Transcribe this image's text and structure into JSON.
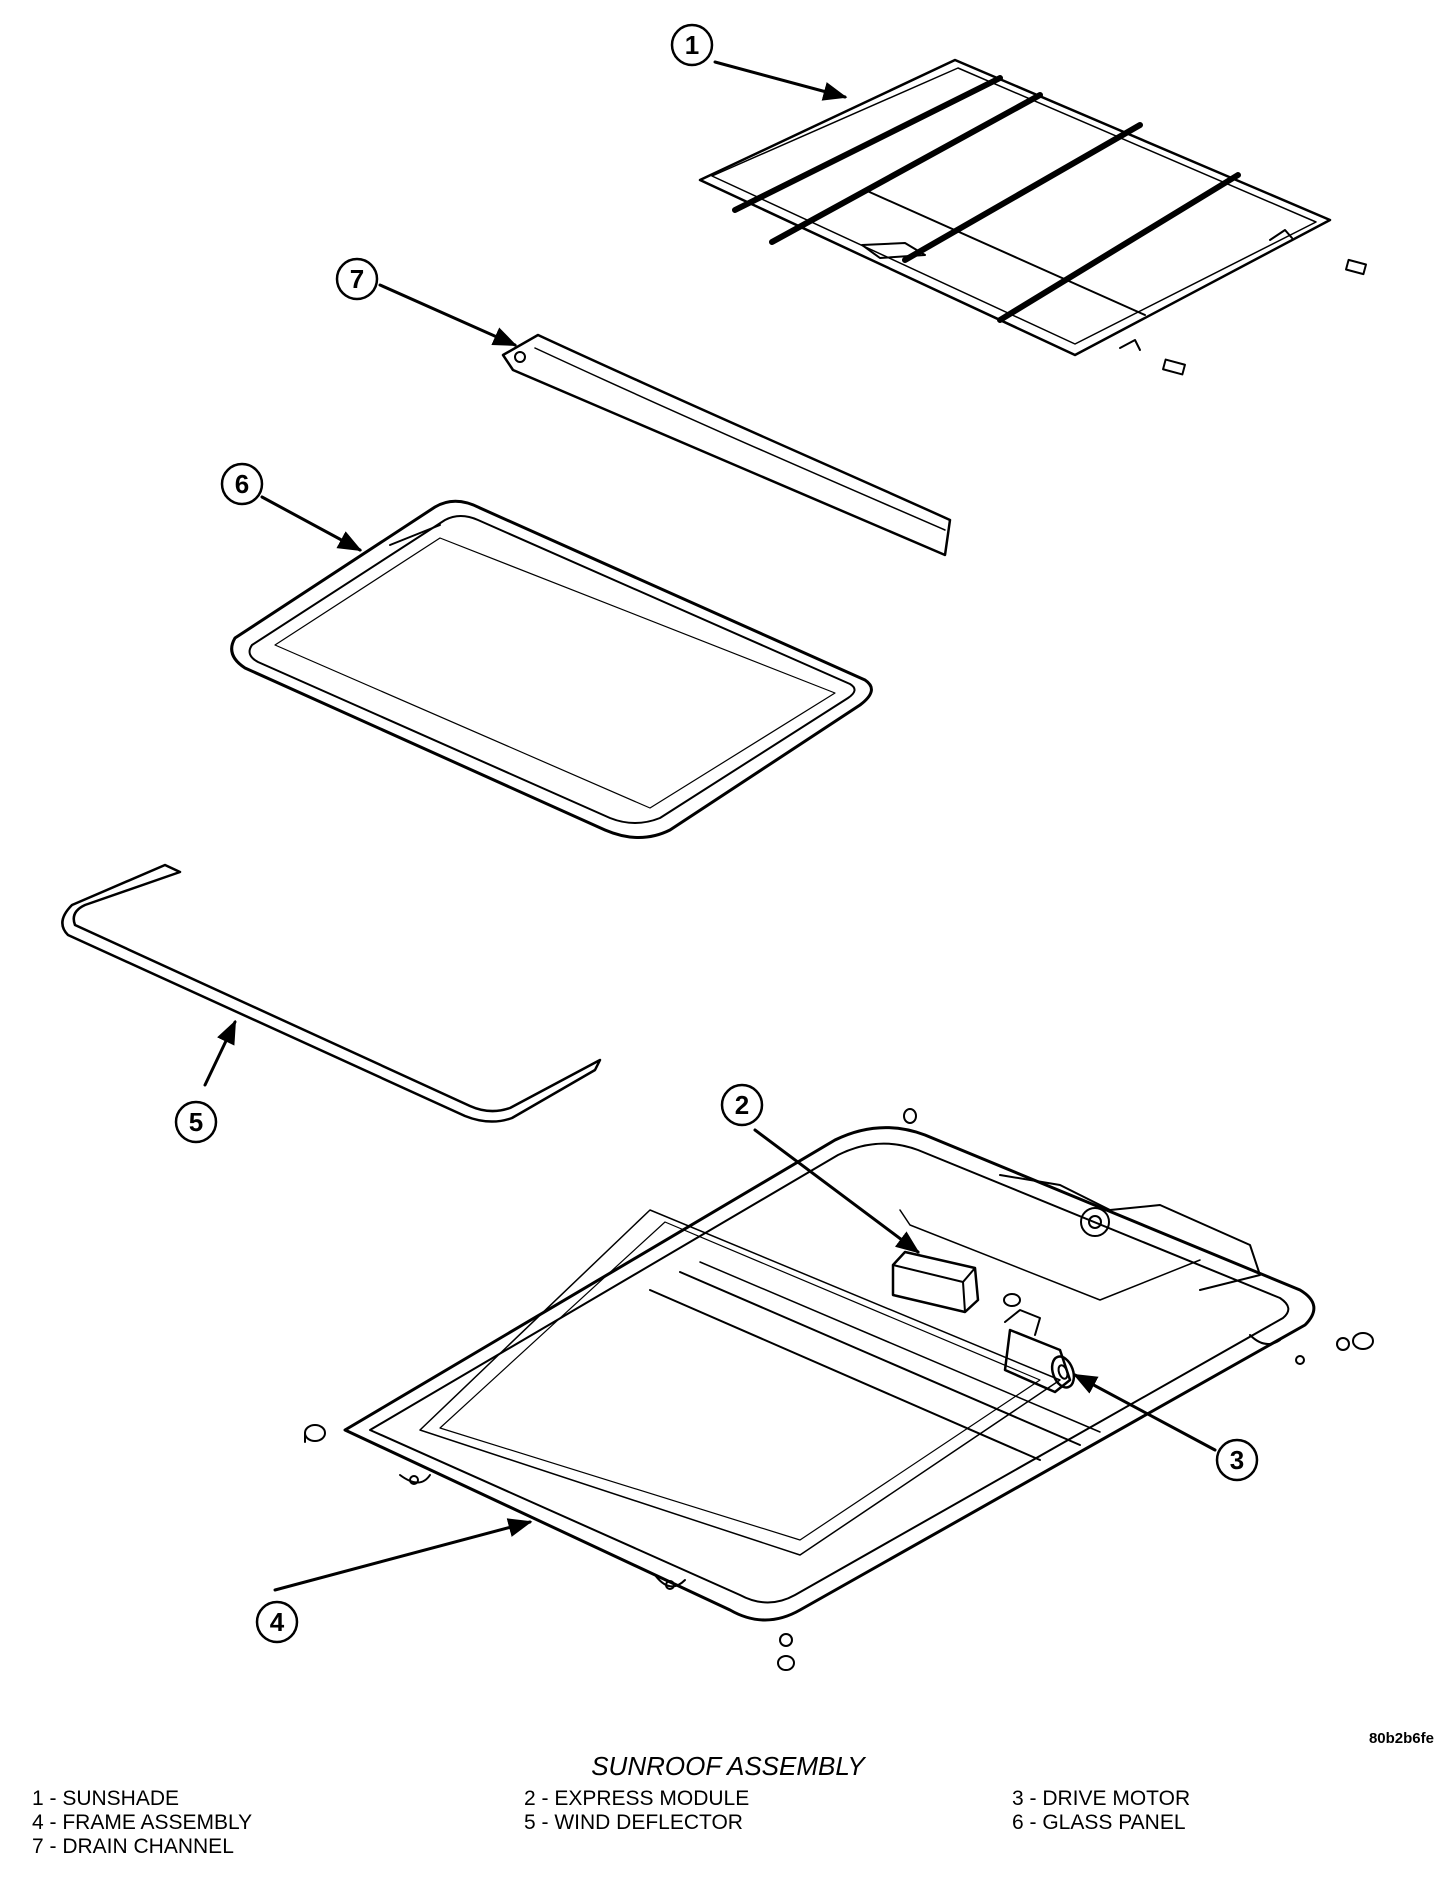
{
  "figure": {
    "caption": "SUNROOF ASSEMBLY",
    "figure_id": "80b2b6fe"
  },
  "callouts": [
    {
      "number": "1",
      "part": "sunshade"
    },
    {
      "number": "2",
      "part": "express-module"
    },
    {
      "number": "3",
      "part": "drive-motor"
    },
    {
      "number": "4",
      "part": "frame-assembly"
    },
    {
      "number": "5",
      "part": "wind-deflector"
    },
    {
      "number": "6",
      "part": "glass-panel"
    },
    {
      "number": "7",
      "part": "drain-channel"
    }
  ],
  "legend": [
    [
      "1 - SUNSHADE",
      "2 - EXPRESS MODULE",
      "3 - DRIVE MOTOR"
    ],
    [
      "4 - FRAME ASSEMBLY",
      "5 - WIND DEFLECTOR",
      "6 - GLASS PANEL"
    ],
    [
      "7 - DRAIN CHANNEL",
      "",
      ""
    ]
  ]
}
